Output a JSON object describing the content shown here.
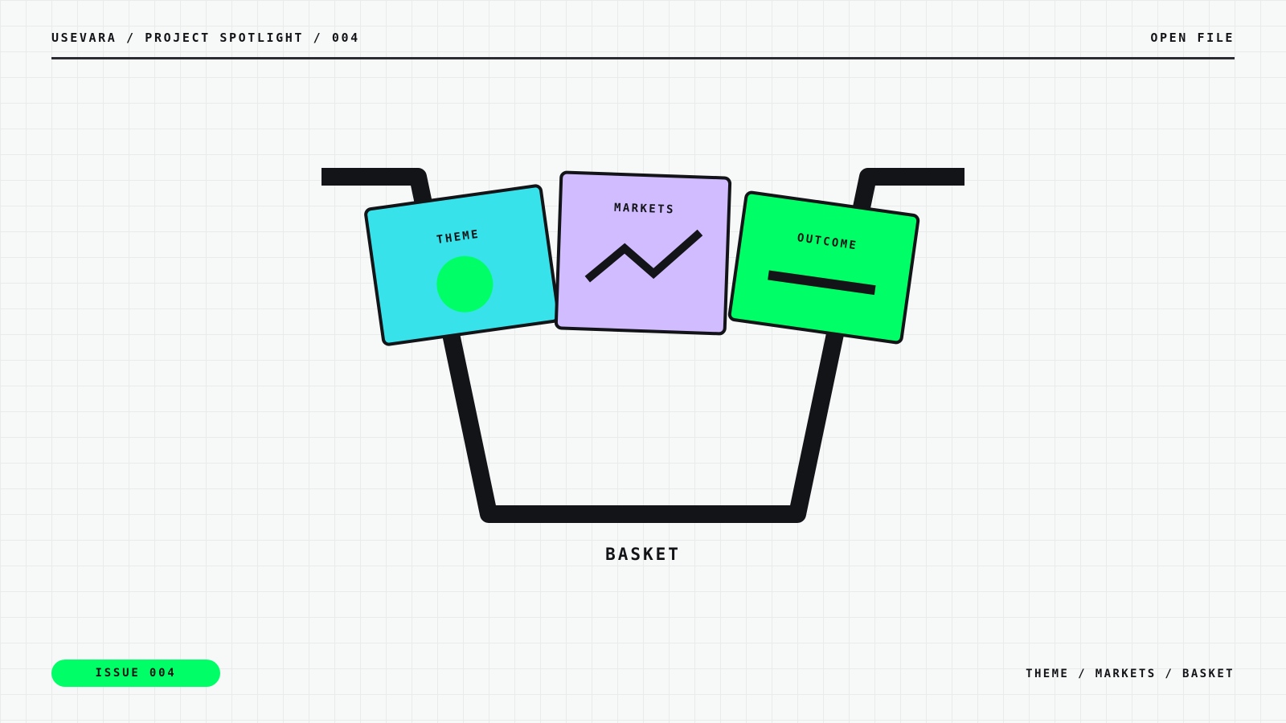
{
  "header": {
    "breadcrumb": "USEVARA / PROJECT SPOTLIGHT / 004",
    "action_label": "OPEN FILE"
  },
  "diagram": {
    "cards": [
      {
        "id": "theme",
        "label": "THEME",
        "color": "#37e2ea",
        "icon": "circle-icon"
      },
      {
        "id": "markets",
        "label": "MARKETS",
        "color": "#d0bcff",
        "icon": "trend-line-icon"
      },
      {
        "id": "outcome",
        "label": "OUTCOME",
        "color": "#00ff66",
        "icon": "bar-icon"
      }
    ],
    "container_label": "BASKET",
    "accent_green": "#00ff66",
    "stroke_color": "#121417"
  },
  "footer": {
    "badge": "ISSUE 004",
    "trail": "THEME / MARKETS / BASKET"
  }
}
